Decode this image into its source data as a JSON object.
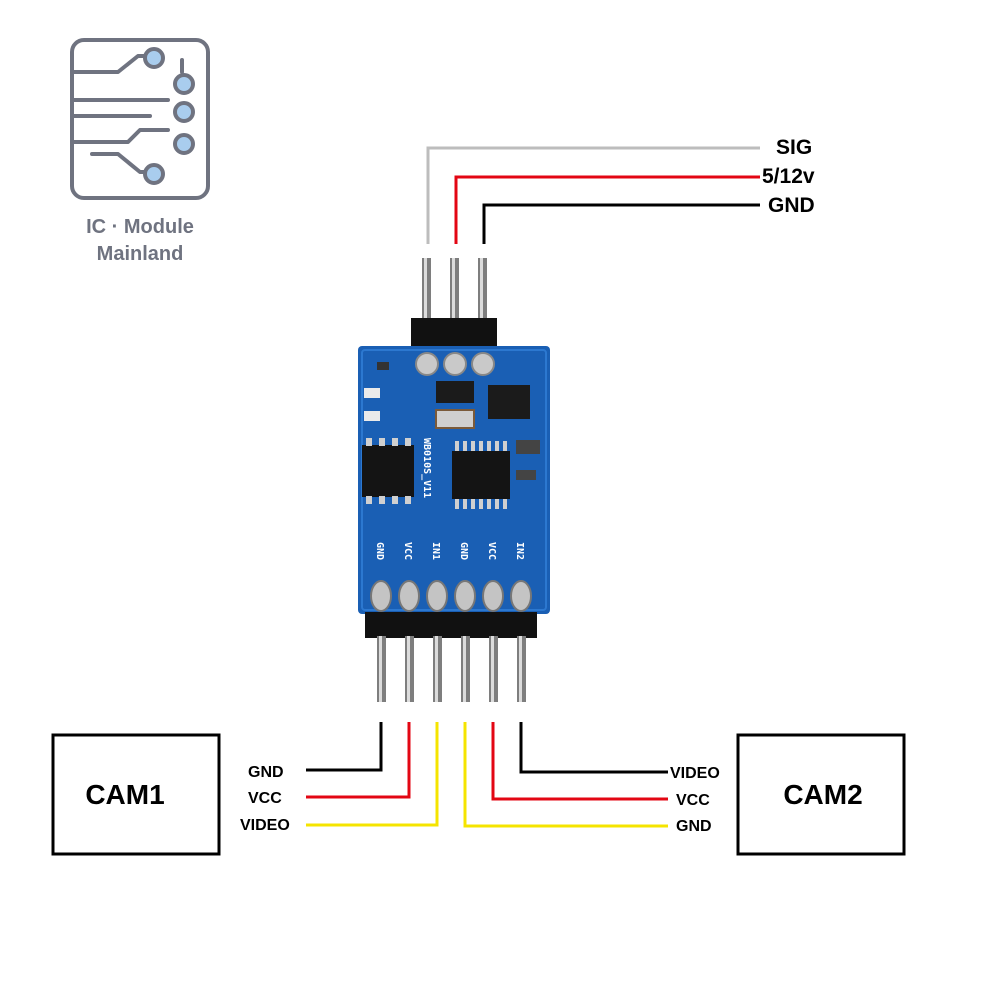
{
  "logo": {
    "line1": "IC · Module",
    "line2": "Mainland",
    "icon": "circuit-board-icon"
  },
  "top_signals": [
    {
      "label": "SIG",
      "color": "#bdbdbd"
    },
    {
      "label": "5/12v",
      "color": "#e30613"
    },
    {
      "label": "GND",
      "color": "#000000"
    }
  ],
  "board": {
    "model_label": "WB010S_V11",
    "pin_labels": [
      "GND",
      "VCC",
      "IN1",
      "GND",
      "VCC",
      "IN2"
    ],
    "color": "#1a5fb4"
  },
  "cam1": {
    "title": "CAM1",
    "wires": [
      {
        "label": "GND",
        "color": "#000000"
      },
      {
        "label": "VCC",
        "color": "#e30613"
      },
      {
        "label": "VIDEO",
        "color": "#f5e400"
      }
    ]
  },
  "cam2": {
    "title": "CAM2",
    "wires": [
      {
        "label": "VIDEO",
        "color": "#000000"
      },
      {
        "label": "VCC",
        "color": "#e30613"
      },
      {
        "label": "GND",
        "color": "#f5e400"
      }
    ]
  }
}
